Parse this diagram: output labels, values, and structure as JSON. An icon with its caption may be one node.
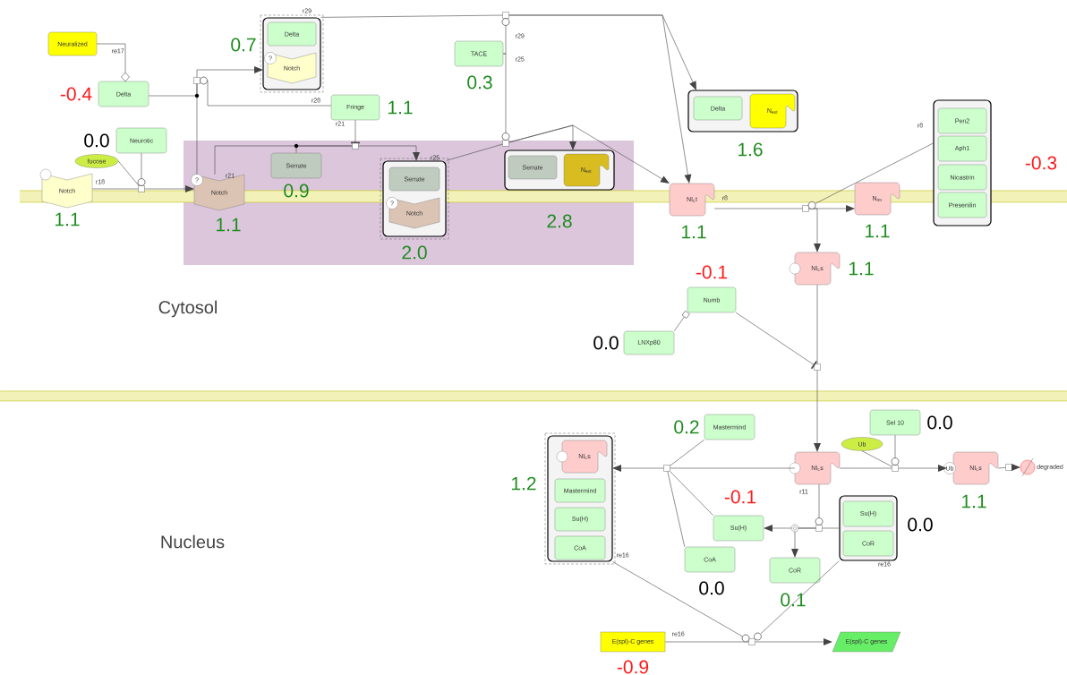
{
  "diagram": {
    "nodes": [
      {
        "text": [
          "Neuralized"
        ]
      },
      {
        "text": [
          "Delta"
        ],
        "beside": [
          "-0.4"
        ]
      },
      {
        "text": [
          "Neurotic"
        ],
        "beside": [
          "0.0"
        ]
      },
      {
        "text": [
          "fucose"
        ]
      },
      {
        "text": [
          "Notch"
        ],
        "beside": [
          "1.1"
        ]
      },
      {
        "text": [],
        "shape": "box",
        "beside": [
          "0.7"
        ]
      },
      {
        "text": [
          "Delta"
        ],
        "in": 5
      },
      {
        "text": [
          "?",
          "Notch"
        ],
        "in": 5
      },
      {
        "text": [
          "TACE"
        ],
        "beside": [
          "0.3"
        ]
      },
      {
        "text": [
          "Fringe"
        ],
        "beside": [
          "1.1"
        ]
      },
      {
        "text": [
          "Serrate"
        ],
        "beside": [
          "0.9"
        ]
      },
      {
        "text": [
          "?",
          "Notch"
        ],
        "beside": [
          "1.1"
        ]
      },
      {
        "text": [],
        "shape": "box",
        "beside": [
          "2.0"
        ]
      },
      {
        "text": [
          "Serrate"
        ],
        "in": 12
      },
      {
        "text": [
          "?",
          "Notch"
        ],
        "in": 12
      },
      {
        "text": [],
        "shape": "box",
        "beside": [
          "2.8"
        ]
      },
      {
        "text": [
          "Serrate"
        ],
        "in": 15
      },
      {
        "text": [
          "N$_{ext}$"
        ],
        "in": 15
      },
      {
        "text": [],
        "shape": "box",
        "beside": [
          "1.6"
        ]
      },
      {
        "text": [
          "Delta"
        ],
        "in": 18
      },
      {
        "text": [
          "N$_{ext}$"
        ],
        "in": 18
      },
      {
        "text": [
          "NI$_{c}$t"
        ],
        "beside": [
          "1.1"
        ]
      },
      {
        "text": [
          "N$_{tm}$"
        ],
        "beside": [
          "1.1"
        ]
      },
      {
        "text": [],
        "shape": "box",
        "beside": [
          "-0.3"
        ]
      },
      {
        "text": [
          "Pen2"
        ],
        "in": 23
      },
      {
        "text": [
          "Aph1"
        ],
        "in": 23
      },
      {
        "text": [
          "Nicastrin"
        ],
        "in": 23
      },
      {
        "text": [
          "Presenilin"
        ],
        "in": 23
      },
      {
        "text": [
          "NI$_{c}$s"
        ],
        "beside": [
          "1.1"
        ]
      },
      {
        "text": [
          "Numb"
        ],
        "beside": [
          "-0.1"
        ]
      },
      {
        "text": [
          "LNXp80"
        ],
        "beside": [
          "0.0"
        ]
      },
      {
        "text": [
          "Mastermind"
        ],
        "beside": [
          "0.2"
        ]
      },
      {
        "text": [
          "Sel 10"
        ],
        "beside": [
          "0.0"
        ]
      },
      {
        "text": [
          "Ub"
        ]
      },
      {
        "text": [
          "NI$_{c}$s"
        ]
      },
      {
        "text": [
          "Ub",
          "NI$_{c}$s"
        ],
        "beside": [
          "1.1"
        ]
      },
      {
        "text": [],
        "shape": "circle",
        "beside": [
          "degraded"
        ]
      },
      {
        "text": [],
        "shape": "box",
        "beside": [
          "1.2"
        ]
      },
      {
        "text": [
          "NI$_{c}$s"
        ],
        "in": 37
      },
      {
        "text": [
          "Mastermind"
        ],
        "in": 37
      },
      {
        "text": [
          "Su(H)"
        ],
        "in": 37
      },
      {
        "text": [
          "CoA"
        ],
        "in": 37
      },
      {
        "text": [
          "Su(H)"
        ],
        "beside": [
          "-0.1"
        ]
      },
      {
        "text": [
          "CoA"
        ],
        "beside": [
          "0.0"
        ]
      },
      {
        "text": [
          "CoR"
        ],
        "beside": [
          "0.1"
        ]
      },
      {
        "text": [],
        "shape": "box",
        "beside": [
          "0.0"
        ]
      },
      {
        "text": [
          "Su(H)"
        ],
        "in": 45
      },
      {
        "text": [
          "CoR"
        ],
        "in": 45
      },
      {
        "text": [
          "E(spl)-C genes"
        ],
        "beside": [
          "-0.9"
        ]
      },
      {
        "text": [
          "E(spl)-C genes"
        ]
      },
      {
        "text": [],
        "shape": "square"
      },
      {
        "text": [],
        "shape": "square"
      },
      {
        "text": [],
        "shape": "square"
      },
      {
        "text": [],
        "shape": "square"
      },
      {
        "text": [],
        "shape": "square"
      },
      {
        "text": [],
        "shape": "square"
      },
      {
        "text": [],
        "shape": "square"
      },
      {
        "text": [],
        "shape": "square"
      },
      {
        "text": [],
        "shape": "square"
      },
      {
        "text": [],
        "shape": "square"
      },
      {
        "text": [],
        "shape": "square"
      },
      {
        "text": [],
        "shape": "square"
      }
    ],
    "edges": [
      {
        "from": 0,
        "to": 1,
        "arrow": "other"
      },
      {
        "from": 4,
        "to": 50,
        "arrow": "none"
      },
      {
        "from": 3,
        "to": 50,
        "arrow": "none"
      },
      {
        "from": 2,
        "to": 50,
        "arrow": "other"
      },
      {
        "from": 50,
        "to": 11,
        "arrow": "to"
      },
      {
        "from": 1,
        "to": 51,
        "arrow": "none"
      },
      {
        "from": 11,
        "to": 51,
        "arrow": "none"
      },
      {
        "from": 9,
        "to": 51,
        "arrow": "other"
      },
      {
        "from": 51,
        "to": 5,
        "arrow": "to"
      },
      {
        "from": 5,
        "to": 52,
        "arrow": "none"
      },
      {
        "from": 52,
        "to": 18,
        "arrow": "to"
      },
      {
        "from": 52,
        "to": 21,
        "arrow": "to"
      },
      {
        "from": 8,
        "to": 52,
        "arrow": "other"
      },
      {
        "from": 8,
        "to": 54,
        "arrow": "other"
      },
      {
        "from": 11,
        "to": 53,
        "arrow": "none"
      },
      {
        "from": 10,
        "to": 53,
        "arrow": "none"
      },
      {
        "from": 9,
        "to": 53,
        "arrow": "other"
      },
      {
        "from": 53,
        "to": 12,
        "arrow": "to"
      },
      {
        "from": 12,
        "to": 54,
        "arrow": "none"
      },
      {
        "from": 54,
        "to": 15,
        "arrow": "to"
      },
      {
        "from": 54,
        "to": 21,
        "arrow": "to"
      },
      {
        "from": 21,
        "to": 55,
        "arrow": "none"
      },
      {
        "from": 55,
        "to": 22,
        "arrow": "to"
      },
      {
        "from": 55,
        "to": 28,
        "arrow": "to"
      },
      {
        "from": 23,
        "to": 55,
        "arrow": "other"
      },
      {
        "from": 28,
        "to": 56,
        "arrow": "none"
      },
      {
        "from": 56,
        "to": 34,
        "arrow": "to"
      },
      {
        "from": 29,
        "to": 56,
        "arrow": "other"
      },
      {
        "from": 30,
        "to": 29,
        "arrow": "other"
      },
      {
        "from": 34,
        "to": 61,
        "arrow": "none"
      },
      {
        "from": 31,
        "to": 61,
        "arrow": "none"
      },
      {
        "from": 42,
        "to": 61,
        "arrow": "none"
      },
      {
        "from": 43,
        "to": 61,
        "arrow": "none"
      },
      {
        "from": 61,
        "to": 37,
        "arrow": "to"
      },
      {
        "from": 34,
        "to": 57,
        "arrow": "none"
      },
      {
        "from": 33,
        "to": 57,
        "arrow": "none"
      },
      {
        "from": 32,
        "to": 57,
        "arrow": "other"
      },
      {
        "from": 57,
        "to": 35,
        "arrow": "to"
      },
      {
        "from": 35,
        "to": 58,
        "arrow": "none"
      },
      {
        "from": 58,
        "to": 36,
        "arrow": "to"
      },
      {
        "from": 45,
        "to": 59,
        "arrow": "none"
      },
      {
        "from": 59,
        "to": 42,
        "arrow": "to"
      },
      {
        "from": 59,
        "to": 44,
        "arrow": "to"
      },
      {
        "from": 34,
        "to": 59,
        "arrow": "other"
      },
      {
        "from": 48,
        "to": 60,
        "arrow": "none"
      },
      {
        "from": 60,
        "to": 49,
        "arrow": "to"
      },
      {
        "from": 37,
        "to": 60,
        "arrow": "other"
      },
      {
        "from": 45,
        "to": 60,
        "arrow": "other"
      }
    ],
    "labels": [
      "r29",
      "re17",
      "r28",
      "r29",
      "r25",
      "r21",
      "r18",
      "r21",
      "r25",
      "r8",
      "r8",
      "Cytosol",
      "r11",
      "Nucleus",
      "re16",
      "re16",
      "re16"
    ]
  }
}
